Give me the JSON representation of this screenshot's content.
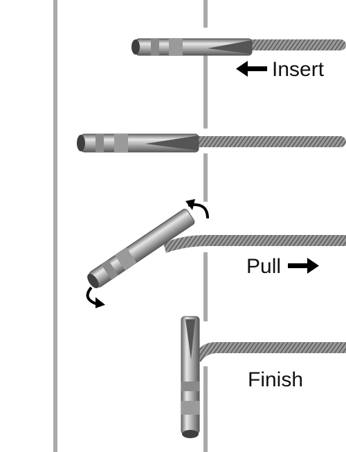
{
  "colors": {
    "background": "#ffffff",
    "wall": "#a9a9a9",
    "cable": "#8d8d8d",
    "cable_strand": "#5e5e5e",
    "fitting_light": "#e6e6e6",
    "fitting_dark": "#6a6a6a",
    "arrow": "#000000"
  },
  "steps": [
    {
      "id": "insert",
      "label": "Insert",
      "icon": "arrow-left-icon"
    },
    {
      "id": "reset",
      "label": "",
      "icon": ""
    },
    {
      "id": "pull",
      "label": "Pull",
      "icon": "arrow-right-icon"
    },
    {
      "id": "finish",
      "label": "Finish",
      "icon": ""
    }
  ],
  "rotation_icons": [
    "rotate-cw-icon",
    "rotate-ccw-icon"
  ]
}
